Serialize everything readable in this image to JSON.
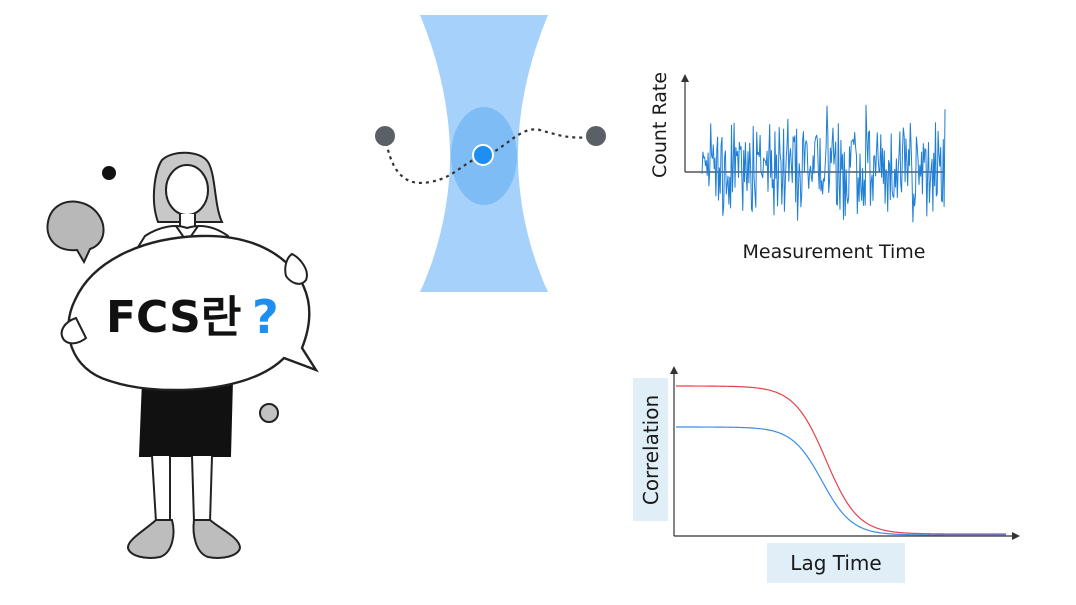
{
  "sign": {
    "title": "FCS란",
    "question": "?"
  },
  "trace": {
    "ylabel": "Count Rate",
    "xlabel": "Measurement Time"
  },
  "correlation": {
    "ylabel": "Correlation",
    "xlabel": "Lag Time"
  },
  "colors": {
    "focus_outer": "#a6d1fa",
    "focus_inner": "#7dbcf5",
    "particle_center": "#1e8ff0",
    "trace_line": "#1f7fd6",
    "curve_red": "#e8414b",
    "curve_blue": "#3a8ee6",
    "label_bg": "#e0eef8",
    "question_mark": "#1e8ff0"
  },
  "chart_data": [
    {
      "type": "line",
      "title": "",
      "xlabel": "Measurement Time",
      "ylabel": "Count Rate",
      "series": [
        {
          "values": []
        }
      ]
    },
    {
      "type": "line",
      "title": "",
      "xlabel": "Lag Time",
      "ylabel": "Correlation",
      "series": [
        {
          "values": []
        },
        {
          "values": []
        }
      ]
    }
  ]
}
